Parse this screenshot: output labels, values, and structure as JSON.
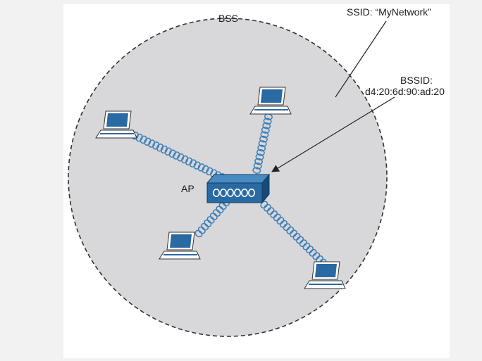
{
  "labels": {
    "bss": "BSS",
    "ssid": "SSID: “MyNetwork”",
    "bssid_title": "BSSID:",
    "bssid_value": "d4:20:6d:90:ad:20",
    "ap": "AP"
  },
  "colors": {
    "bss_fill": "#d8d7da",
    "bss_border": "#333333",
    "device_blue": "#2a6aa3",
    "device_dark": "#174a78",
    "link_blue": "#3d7fb8",
    "arrow": "#222222"
  },
  "nodes": {
    "access_point": {
      "icon": "access-point-icon"
    },
    "laptops": [
      {
        "id": "laptop-top-left",
        "icon": "laptop-icon"
      },
      {
        "id": "laptop-top-right",
        "icon": "laptop-icon"
      },
      {
        "id": "laptop-bottom-left",
        "icon": "laptop-icon"
      },
      {
        "id": "laptop-bottom-right",
        "icon": "laptop-icon"
      }
    ]
  }
}
